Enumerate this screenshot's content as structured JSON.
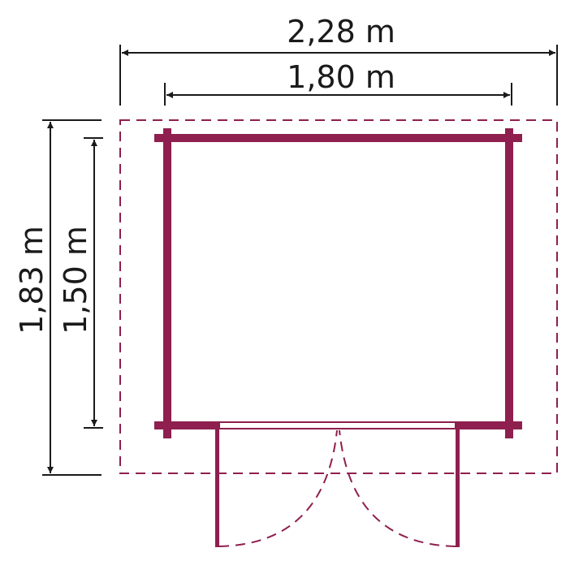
{
  "dimensions": {
    "outer_width": "2,28 m",
    "inner_width": "1,80 m",
    "outer_depth": "1,83 m",
    "inner_depth": "1,50 m"
  },
  "colors": {
    "wall": "#8e1f4e",
    "dimension": "#1a1a1a"
  }
}
